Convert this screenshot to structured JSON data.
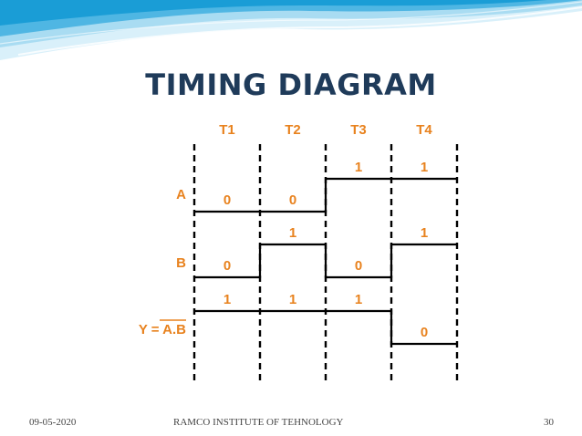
{
  "slide": {
    "title": "TIMING DIAGRAM"
  },
  "diagram": {
    "columns": [
      "T1",
      "T2",
      "T3",
      "T4"
    ],
    "signals": [
      {
        "name": "A",
        "levels": [
          0,
          0,
          1,
          1
        ],
        "labels": [
          "0",
          "0",
          "1",
          "1"
        ]
      },
      {
        "name": "B",
        "levels": [
          0,
          1,
          0,
          1
        ],
        "labels": [
          "0",
          "1",
          "0",
          "1"
        ]
      },
      {
        "name": "Y = A.B",
        "levels": [
          1,
          1,
          1,
          0
        ],
        "labels": [
          "1",
          "1",
          "1",
          "0"
        ],
        "overbar_text": "A.B"
      }
    ],
    "colors": {
      "label": "#e8821e",
      "line": "#000000",
      "accent_title": "#1f3b5a",
      "wave_light": "#bfe3f5",
      "wave_mid": "#6cc1e6",
      "wave_dark": "#1a9dd6"
    }
  },
  "footer": {
    "date": "09-05-2020",
    "center": "RAMCO INSTITUTE OF TEHNOLOGY",
    "page": "30"
  }
}
